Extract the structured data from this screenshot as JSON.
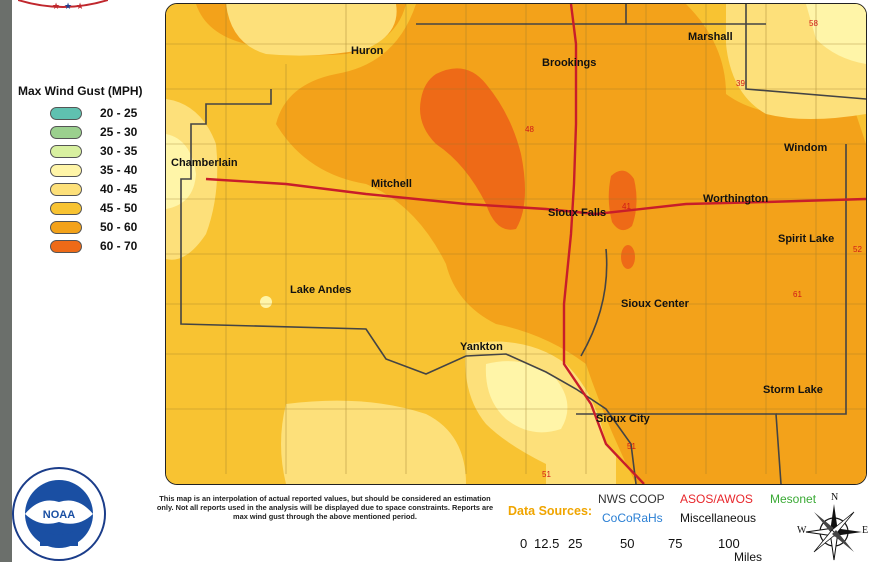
{
  "legend": {
    "title": "Max Wind Gust (MPH)",
    "items": [
      {
        "label": "20 - 25",
        "color": "#5fc1b0"
      },
      {
        "label": "25 - 30",
        "color": "#9bd08e"
      },
      {
        "label": "30 - 35",
        "color": "#d8f0a0"
      },
      {
        "label": "35 - 40",
        "color": "#fff5a8"
      },
      {
        "label": "40 - 45",
        "color": "#fde07a"
      },
      {
        "label": "45 - 50",
        "color": "#f8c332"
      },
      {
        "label": "50 - 60",
        "color": "#f3a21a"
      },
      {
        "label": "60 - 70",
        "color": "#ee6a17"
      }
    ]
  },
  "cities": [
    {
      "id": "huron",
      "label": "Huron"
    },
    {
      "id": "brookings",
      "label": "Brookings"
    },
    {
      "id": "marshall",
      "label": "Marshall"
    },
    {
      "id": "chamberlain",
      "label": "Chamberlain"
    },
    {
      "id": "mitchell",
      "label": "Mitchell"
    },
    {
      "id": "windom",
      "label": "Windom"
    },
    {
      "id": "sioux-falls",
      "label": "Sioux Falls"
    },
    {
      "id": "worthington",
      "label": "Worthington"
    },
    {
      "id": "spirit-lake",
      "label": "Spirit Lake"
    },
    {
      "id": "lake-andes",
      "label": "Lake Andes"
    },
    {
      "id": "sioux-center",
      "label": "Sioux Center"
    },
    {
      "id": "yankton",
      "label": "Yankton"
    },
    {
      "id": "storm-lake",
      "label": "Storm Lake"
    },
    {
      "id": "sioux-city",
      "label": "Sioux City"
    }
  ],
  "stations": [
    "58",
    "39",
    "48",
    "41",
    "52",
    "61",
    "51",
    "51"
  ],
  "disclaimer": "This map is an interpolation of actual reported values, but should be considered an estimation only. Not all reports used in the analysis will be displayed due to space constraints. Reports are max wind gust through the above mentioned period.",
  "data_sources": {
    "label": "Data Sources:",
    "items": [
      {
        "label": "NWS COOP",
        "color": "#333333"
      },
      {
        "label": "ASOS/AWOS",
        "color": "#e8262b"
      },
      {
        "label": "Mesonet",
        "color": "#3aaa35"
      },
      {
        "label": "CoCoRaHs",
        "color": "#2a7fd4"
      },
      {
        "label": "Miscellaneous",
        "color": "#111111"
      }
    ]
  },
  "scale": {
    "ticks": [
      "0",
      "12.5",
      "25",
      "50",
      "75",
      "100"
    ],
    "unit": "Miles"
  },
  "compass": {
    "n": "N",
    "e": "E",
    "w": "W"
  },
  "logo": {
    "text": "NOAA"
  }
}
